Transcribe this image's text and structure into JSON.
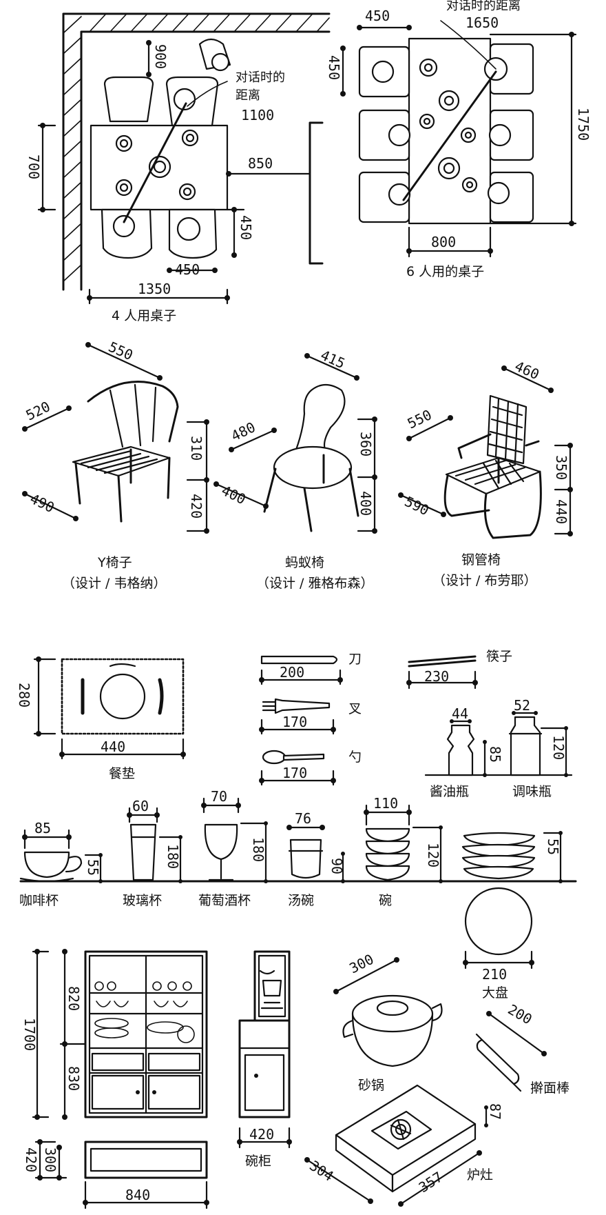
{
  "table4": {
    "dims": {
      "chair_depth": "900",
      "table_depth": "700",
      "chair_width": "450",
      "chair_gap": "450",
      "width": "1350",
      "aisle": "850"
    },
    "talk_distance": {
      "line1": "对话时的",
      "line2": "距离",
      "value": "1100"
    },
    "caption": "4 人用桌子"
  },
  "table6": {
    "dims": {
      "top_width": "450",
      "chair_depth": "450",
      "length": "1750",
      "width": "800"
    },
    "talk_distance": {
      "line1": "对话时的距离",
      "value": "1650"
    },
    "caption": "6 人用的桌子"
  },
  "chairs": [
    {
      "name": "Y椅子",
      "designer": "（设计 / 韦格纳）",
      "d_top": "550",
      "d_left": "520",
      "d_bottom": "490",
      "h_back": "310",
      "h_seat": "420"
    },
    {
      "name": "蚂蚁椅",
      "designer": "（设计 / 雅格布森）",
      "d_top": "415",
      "d_left": "480",
      "d_bottom": "400",
      "h_back": "360",
      "h_seat": "400"
    },
    {
      "name": "钢管椅",
      "designer": "（设计 / 布劳耶）",
      "d_top": "460",
      "d_left": "550",
      "d_bottom": "590",
      "h_back": "350",
      "h_seat": "440"
    }
  ],
  "placemat": {
    "height": "280",
    "width": "440",
    "label": "餐垫"
  },
  "cutlery": [
    {
      "label": "刀",
      "size": "200"
    },
    {
      "label": "叉",
      "size": "170"
    },
    {
      "label": "勺",
      "size": "170"
    }
  ],
  "chopsticks": {
    "label": "筷子",
    "size": "230"
  },
  "bottles": [
    {
      "label": "酱油瓶",
      "width": "44",
      "height": "85"
    },
    {
      "label": "调味瓶",
      "width": "52",
      "height": "120"
    }
  ],
  "cups": [
    {
      "label": "咖啡杯",
      "width": "85",
      "height": "55"
    },
    {
      "label": "玻璃杯",
      "width": "60",
      "height": "180"
    },
    {
      "label": "葡萄酒杯",
      "width": "70",
      "height": "180"
    },
    {
      "label": "汤碗",
      "width": "76",
      "height": "90"
    },
    {
      "label": "碗",
      "width": "110",
      "height": "120"
    },
    {
      "label": "大盘",
      "width": "210",
      "height": "55"
    }
  ],
  "cabinet": {
    "total_height": "1700",
    "upper": "820",
    "lower": "830",
    "depth_total": "420",
    "depth_inner": "300",
    "width": "840"
  },
  "cupboard": {
    "label": "碗柜",
    "width": "420"
  },
  "pot": {
    "label": "砂锅",
    "size": "300"
  },
  "rolling_pin": {
    "label": "擀面棒",
    "size": "200"
  },
  "stove": {
    "label": "炉灶",
    "height": "87",
    "width": "304",
    "depth": "357"
  }
}
